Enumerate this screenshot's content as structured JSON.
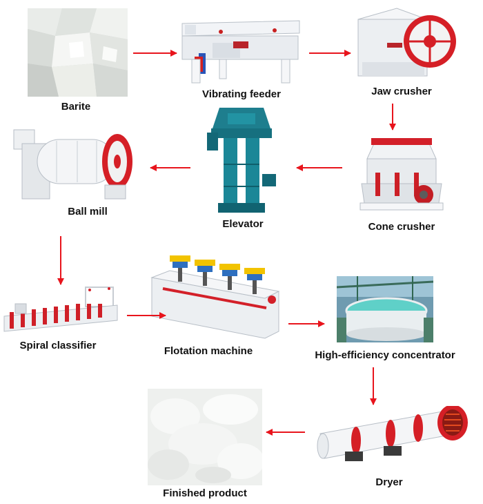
{
  "diagram": {
    "accent_color": "#e8141c",
    "nodes": [
      {
        "id": "barite",
        "label": "Barite"
      },
      {
        "id": "vibrating-feeder",
        "label": "Vibrating feeder"
      },
      {
        "id": "jaw-crusher",
        "label": "Jaw crusher"
      },
      {
        "id": "cone-crusher",
        "label": "Cone crusher"
      },
      {
        "id": "elevator",
        "label": "Elevator"
      },
      {
        "id": "ball-mill",
        "label": "Ball mill"
      },
      {
        "id": "spiral-classifier",
        "label": "Spiral classifier"
      },
      {
        "id": "flotation-machine",
        "label": "Flotation machine"
      },
      {
        "id": "concentrator",
        "label": "High-efficiency concentrator"
      },
      {
        "id": "dryer",
        "label": "Dryer"
      },
      {
        "id": "finished-product",
        "label": "Finished product"
      }
    ],
    "edges": [
      {
        "from": "barite",
        "to": "vibrating-feeder"
      },
      {
        "from": "vibrating-feeder",
        "to": "jaw-crusher"
      },
      {
        "from": "jaw-crusher",
        "to": "cone-crusher"
      },
      {
        "from": "cone-crusher",
        "to": "elevator"
      },
      {
        "from": "elevator",
        "to": "ball-mill"
      },
      {
        "from": "ball-mill",
        "to": "spiral-classifier"
      },
      {
        "from": "spiral-classifier",
        "to": "flotation-machine"
      },
      {
        "from": "flotation-machine",
        "to": "concentrator"
      },
      {
        "from": "concentrator",
        "to": "dryer"
      },
      {
        "from": "dryer",
        "to": "finished-product"
      }
    ]
  }
}
